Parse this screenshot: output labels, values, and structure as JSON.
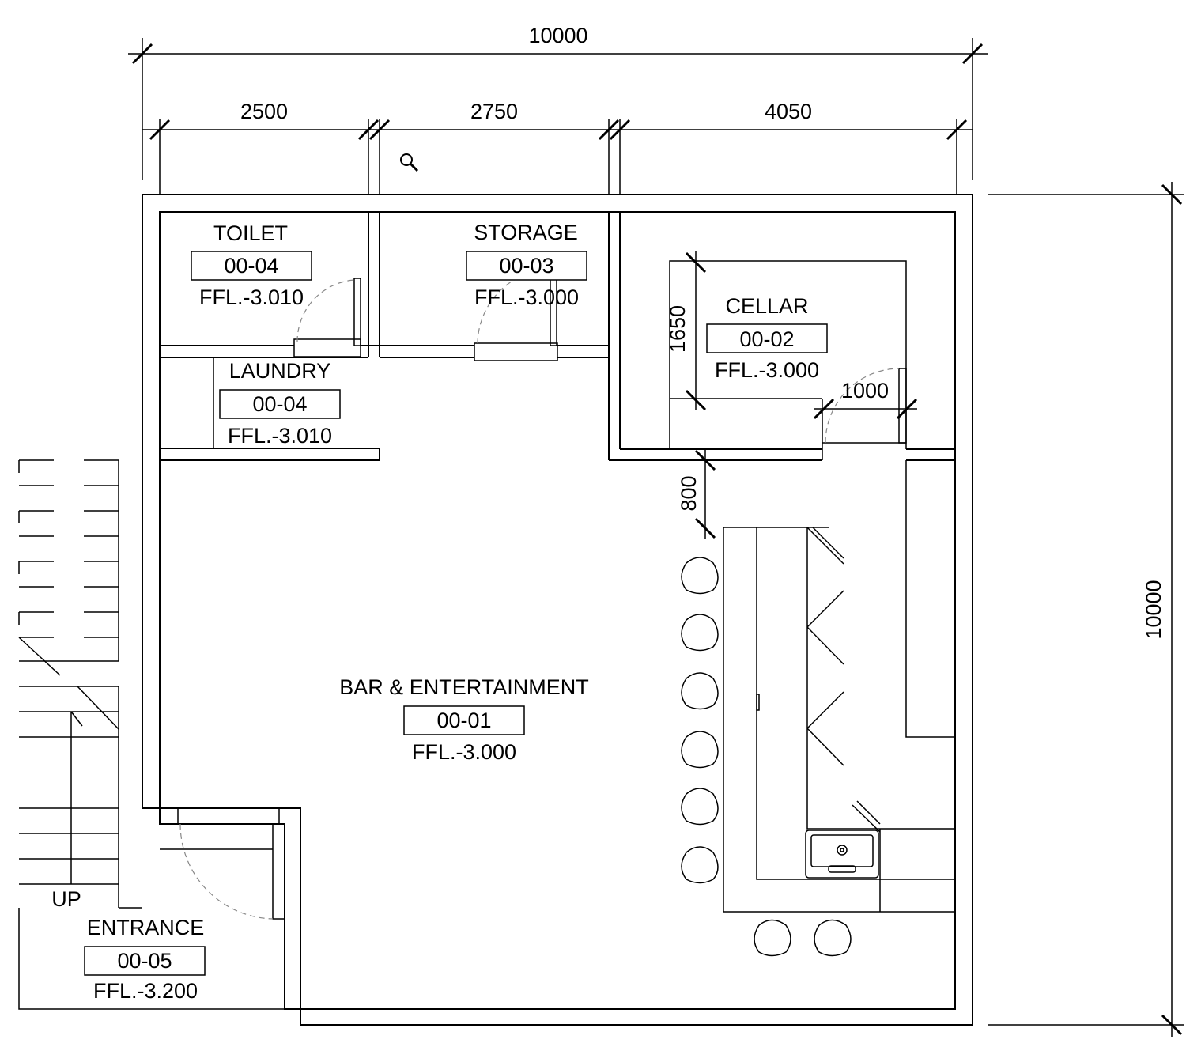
{
  "dimensions": {
    "overall_width": "10000",
    "seg_1": "2500",
    "seg_2": "2750",
    "seg_3": "4050",
    "overall_height": "10000",
    "cellar_depth": "1650",
    "cellar_door": "1000",
    "bar_clearance": "800"
  },
  "rooms": {
    "toilet": {
      "name": "TOILET",
      "code": "00-04",
      "level": "FFL.-3.010"
    },
    "storage": {
      "name": "STORAGE",
      "code": "00-03",
      "level": "FFL.-3.000"
    },
    "cellar": {
      "name": "CELLAR",
      "code": "00-02",
      "level": "FFL.-3.000"
    },
    "laundry": {
      "name": "LAUNDRY",
      "code": "00-04",
      "level": "FFL.-3.010"
    },
    "bar": {
      "name": "BAR & ENTERTAINMENT",
      "code": "00-01",
      "level": "FFL.-3.000"
    },
    "entrance": {
      "name": "ENTRANCE",
      "code": "00-05",
      "level": "FFL.-3.200"
    }
  },
  "stair_label": "UP",
  "icons": {
    "zoom": "magnifier-icon"
  }
}
